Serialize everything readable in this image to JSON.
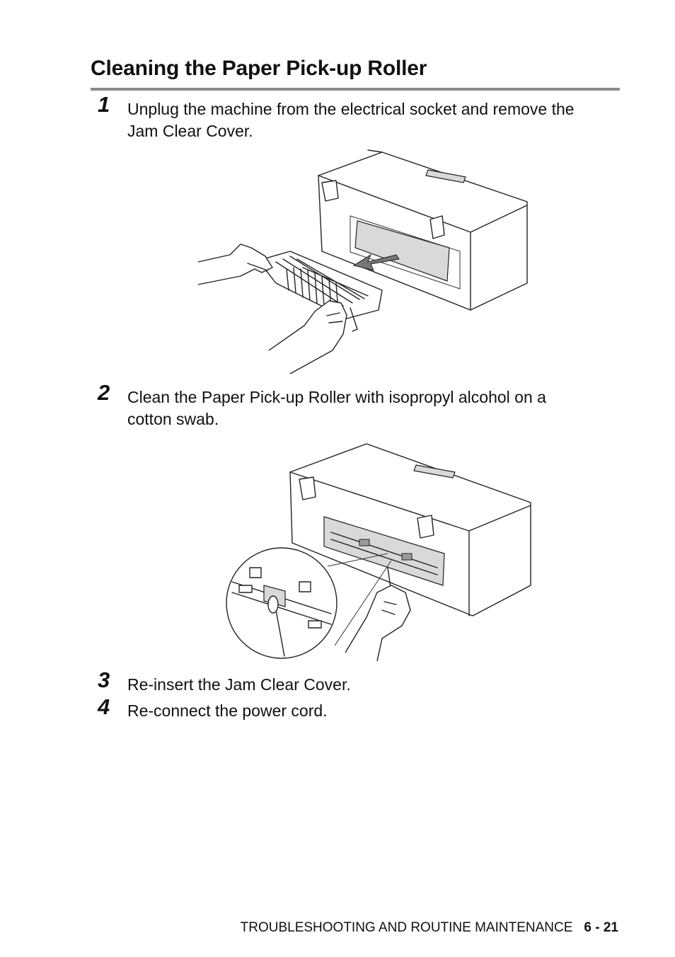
{
  "page": {
    "title": "Cleaning the Paper Pick-up Roller"
  },
  "steps": [
    {
      "number": "1",
      "text_line1": "Unplug the machine from the electrical socket and remove the",
      "text_line2": "Jam Clear Cover."
    },
    {
      "number": "2",
      "text_line1": "Clean the Paper Pick-up Roller with isopropyl alcohol on a",
      "text_line2": "cotton swab."
    },
    {
      "number": "3",
      "text": "Re-insert the Jam Clear Cover."
    },
    {
      "number": "4",
      "text": "Re-connect the power cord."
    }
  ],
  "illustrations": [
    {
      "name": "remove-jam-clear-cover"
    },
    {
      "name": "clean-pickup-roller-with-swab"
    }
  ],
  "footer": {
    "section": "TROUBLESHOOTING AND ROUTINE MAINTENANCE",
    "page_number": "6 - 21"
  }
}
